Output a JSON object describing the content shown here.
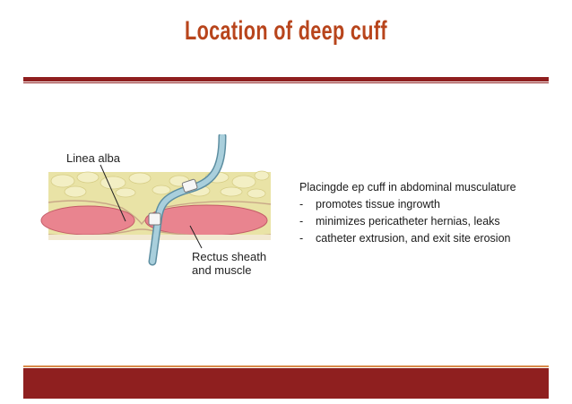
{
  "slide": {
    "title": "Location of deep cuff"
  },
  "figure": {
    "label_linea_alba": "Linea alba",
    "label_rectus_line1": "Rectus sheath",
    "label_rectus_line2": "and muscle"
  },
  "notes": {
    "heading": "Placingde ep cuff in abdominal musculature",
    "bullets": [
      "promotes  tissue ingrowth",
      "minimizes pericatheter hernias, leaks",
      "catheter extrusion, and exit site erosion"
    ],
    "bullet_marker": "-"
  },
  "colors": {
    "title": "#b8451c",
    "rule": "#8f1f1f",
    "fat": "#e9e3a6",
    "muscle": "#e9848f",
    "catheter": "#8fb9c9"
  }
}
